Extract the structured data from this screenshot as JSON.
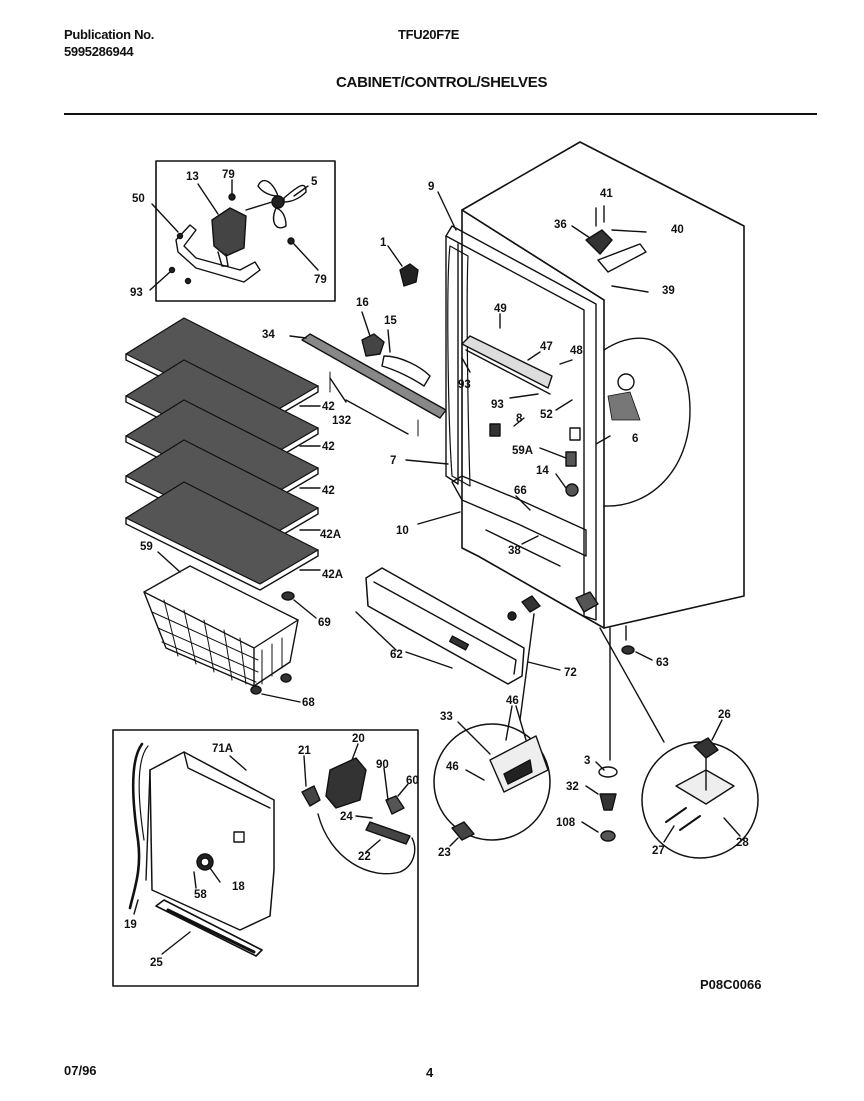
{
  "header": {
    "publication_label": "Publication No.",
    "publication_number": "5995286944",
    "model": "TFU20F7E",
    "title": "CABINET/CONTROL/SHELVES"
  },
  "footer": {
    "date": "07/96",
    "page": "4",
    "figure_code": "P08C0066"
  },
  "callouts": {
    "c50": "50",
    "c13": "13",
    "c79a": "79",
    "c5": "5",
    "c79b": "79",
    "c93a": "93",
    "c1": "1",
    "c9": "9",
    "c36": "36",
    "c41": "41",
    "c40": "40",
    "c39": "39",
    "c16": "16",
    "c15": "15",
    "c34": "34",
    "c49": "49",
    "c47": "47",
    "c48": "48",
    "c93b": "93",
    "c93c": "93",
    "c42a": "42",
    "c132": "132",
    "c42b": "42",
    "c8": "8",
    "c52": "52",
    "c6": "6",
    "c59a": "59A",
    "c7": "7",
    "c42c": "42",
    "c14": "14",
    "c66": "66",
    "c10": "10",
    "c42d": "42A",
    "c38": "38",
    "c59": "59",
    "c42e": "42A",
    "c69": "69",
    "c62": "62",
    "c72": "72",
    "c63": "63",
    "c68": "68",
    "c46a": "46",
    "c33": "33",
    "c26": "26",
    "c71a": "71A",
    "c20": "20",
    "c21": "21",
    "c90": "90",
    "c60": "60",
    "c46b": "46",
    "c3": "3",
    "c32": "32",
    "c24": "24",
    "c108": "108",
    "c22": "22",
    "c23": "23",
    "c27": "27",
    "c28": "28",
    "c18": "18",
    "c58": "58",
    "c19": "19",
    "c25": "25"
  }
}
